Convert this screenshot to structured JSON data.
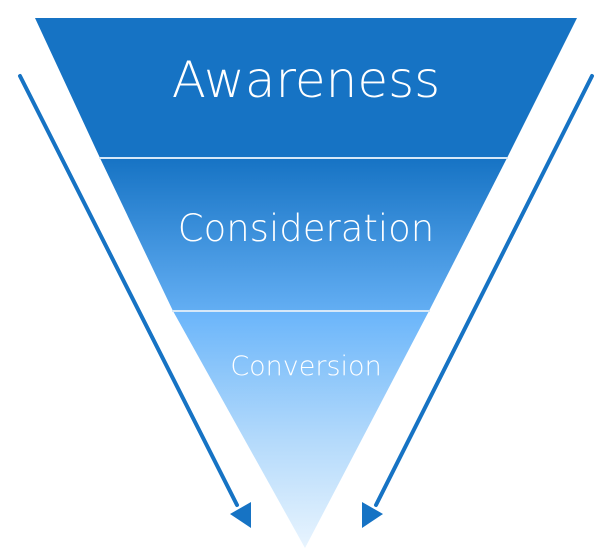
{
  "diagram": {
    "type": "marketing-funnel",
    "stages": [
      {
        "label": "Awareness",
        "color": "#1673C4"
      },
      {
        "label": "Consideration",
        "color": "#3E93DF"
      },
      {
        "label": "Conversion",
        "color": "#6FB7F8"
      }
    ],
    "bottom_color": "#E3F2FE",
    "divider_color": "#CFE3F7",
    "arrow_color": "#1673C4",
    "arrows": [
      "left-arrow-down-right",
      "right-arrow-down-left"
    ]
  }
}
